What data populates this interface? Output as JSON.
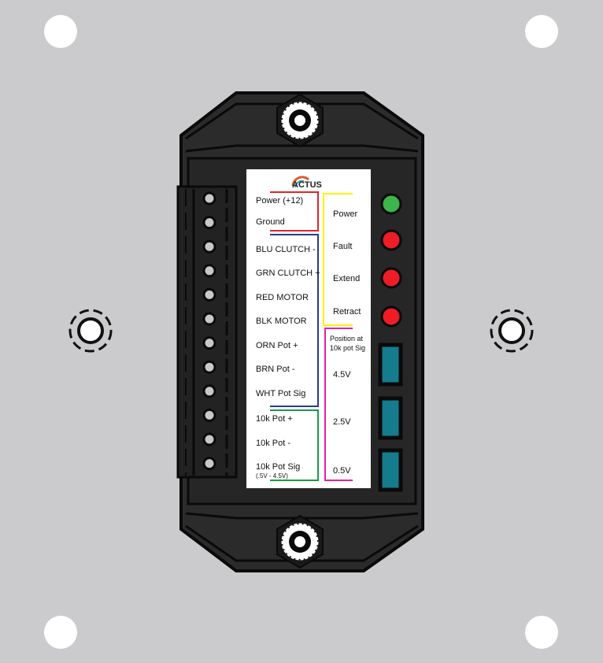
{
  "logo": {
    "text": "ACTUS"
  },
  "wiring_labels": [
    "Power (+12)",
    "Ground",
    "BLU CLUTCH -",
    "GRN CLUTCH +",
    "RED MOTOR",
    "BLK MOTOR",
    "ORN Pot +",
    "BRN Pot -",
    "WHT Pot Sig",
    "10k Pot +",
    "10k Pot -",
    "10k Pot Sig"
  ],
  "pot_sig_range": "(.5V - 4.5V)",
  "indicators": [
    {
      "label": "Power",
      "color": "#3cb54a"
    },
    {
      "label": "Fault",
      "color": "#ee1c24"
    },
    {
      "label": "Extend",
      "color": "#ee1c24"
    },
    {
      "label": "Retract",
      "color": "#ee1c24"
    }
  ],
  "position_header": [
    "Position at",
    "10k pot Sig"
  ],
  "position_labels": [
    "4.5V",
    "2.5V",
    "0.5V"
  ],
  "colors": {
    "background": "#cbcbcd",
    "body": "#2b2b2b",
    "power_bracket": "#e0262b",
    "motor_bracket": "#2e3a8c",
    "pot_bracket": "#1a9a48",
    "led_bracket": "#fff200",
    "position_bracket": "#e0249a",
    "trimmer": "#157c8e"
  }
}
